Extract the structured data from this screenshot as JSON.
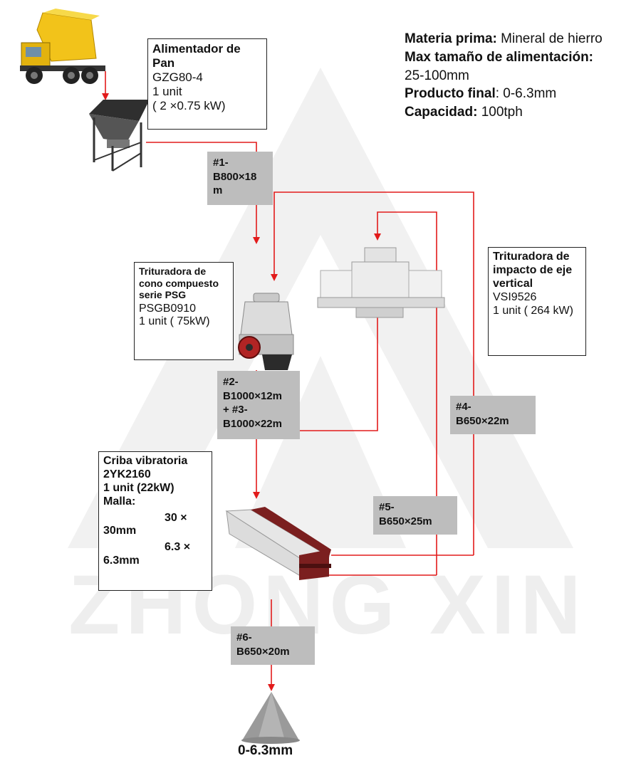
{
  "colors": {
    "flow": "#e21b1b",
    "belt_bg": "#bdbdbd",
    "watermark": "#eeeeee"
  },
  "watermark": "ZHONG XIN",
  "info": {
    "raw_material_label": "Materia prima:",
    "raw_material_value": " Mineral de hierro",
    "max_feed_label": "Max tamaño de alimentación:",
    "max_feed_value": "25-100mm",
    "final_product_label": "Producto final",
    "final_product_value": ": 0-6.3mm",
    "capacity_label": "Capacidad:",
    "capacity_value": "  100tph"
  },
  "feeder": {
    "title": "Alimentador de Pan",
    "model": "GZG80-4",
    "qty": "1 unit",
    "power": "( 2 ×0.75 kW)"
  },
  "cone": {
    "title_line1": "Trituradora de",
    "title_line2": "cono compuesto",
    "title_line3": "serie PSG",
    "model": "PSGB0910",
    "qty": "1 unit ( 75kW)"
  },
  "vsi": {
    "title": "Trituradora de impacto de eje vertical",
    "model": "VSI9526",
    "qty": "1 unit ( 264 kW)"
  },
  "screen": {
    "title": "Criba vibratoria",
    "model": "2YK2160",
    "qty": "1 unit (22kW)",
    "mesh_label": "Malla:",
    "mesh1_a": "30 ×",
    "mesh1_b": "30mm",
    "mesh2_a": "6.3 ×",
    "mesh2_b": "6.3mm"
  },
  "belts": {
    "b1": {
      "line1": "#1-",
      "line2": "B800×18",
      "line3": "m"
    },
    "b2": {
      "line1": "#2-",
      "line2": "B1000×12m",
      "line3": "+ #3-",
      "line4": "B1000×22m"
    },
    "b4": {
      "line1": "#4-",
      "line2": "B650×22m"
    },
    "b5": {
      "line1": "#5-",
      "line2": "B650×25m"
    },
    "b6": {
      "line1": "#6-",
      "line2": "B650×20m"
    }
  },
  "product": "0-6.3mm"
}
